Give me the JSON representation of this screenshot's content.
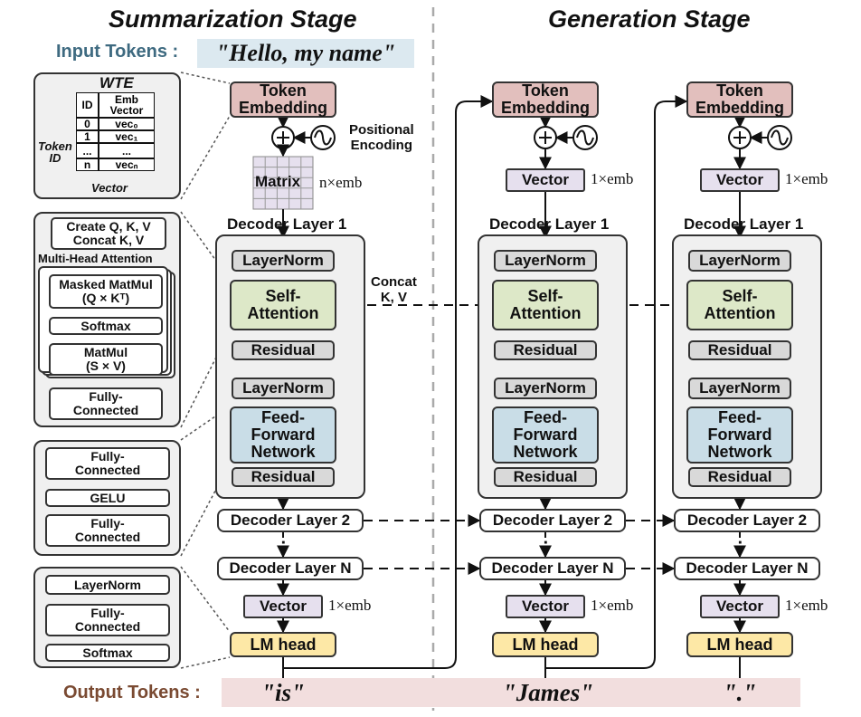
{
  "titles": {
    "summarization": "Summarization Stage",
    "generation": "Generation Stage"
  },
  "input": {
    "label": "Input Tokens :",
    "text": "\"Hello, my name\""
  },
  "output": {
    "label": "Output Tokens :",
    "tokens": [
      "\"is\"",
      "\"James\"",
      "\".\""
    ]
  },
  "wte": {
    "title": "WTE",
    "col_id": "ID",
    "col_emb": "Emb\nVector",
    "rows": [
      [
        "0",
        "vec₀"
      ],
      [
        "1",
        "vec₁"
      ],
      [
        "...",
        "..."
      ],
      [
        "n",
        "vecₙ"
      ]
    ],
    "token_id_label": "Token\nID",
    "vector_label": "Vector"
  },
  "attention_detail": {
    "create_qkv": "Create Q, K, V",
    "concat_kv": "Concat K, V",
    "mha_label": "Multi-Head Attention",
    "masked_matmul": "Masked MatMul",
    "qk": "(Q × Kᵀ)",
    "softmax": "Softmax",
    "matmul": "MatMul",
    "sv": "(S × V)",
    "fc": "Fully-\nConnected"
  },
  "ffn_detail": {
    "fc1": "Fully-\nConnected",
    "gelu": "GELU",
    "fc2": "Fully-\nConnected"
  },
  "lm_detail": {
    "layernorm": "LayerNorm",
    "fc": "Fully-\nConnected",
    "softmax": "Softmax"
  },
  "pipeline": {
    "token_embedding": "Token\nEmbedding",
    "positional_encoding": "Positional\nEncoding",
    "matrix": "Matrix",
    "matrix_dim": "n×emb",
    "vector": "Vector",
    "vector_dim": "1×emb",
    "decoder_layer_1": "Decoder Layer 1",
    "decoder_layer_2": "Decoder Layer 2",
    "decoder_layer_n": "Decoder Layer N",
    "layernorm": "LayerNorm",
    "self_attention": "Self-\nAttention",
    "residual": "Residual",
    "ffn": "Feed-\nForward\nNetwork",
    "lm_head": "LM head",
    "ellipsis": ":",
    "concat_kv": "Concat\nK, V"
  },
  "colors": {
    "token_embedding": "#e2bfbd",
    "self_attention": "#dde8c8",
    "ffn": "#c9dde7",
    "lm_head": "#fde8a6",
    "vector": "#e6e0ee",
    "layernorm": "#d9d9d9",
    "input_bg": "#dce9f0",
    "output_bg": "#f2dede",
    "input_label": "#3e6a80",
    "output_label": "#7a4a32"
  }
}
